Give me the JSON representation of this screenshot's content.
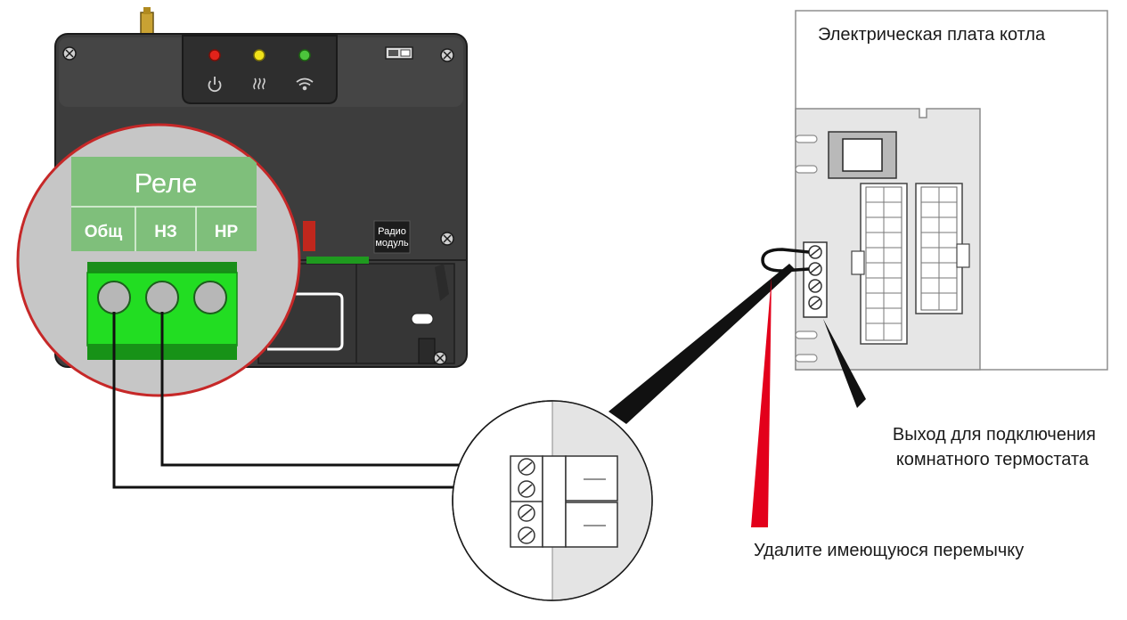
{
  "relay": {
    "title": "Реле",
    "terminals": [
      "Общ",
      "НЗ",
      "НР"
    ],
    "color": "#7fbf7b",
    "terminal_block_color": "#22dd22"
  },
  "controller": {
    "radio_module_label_line1": "Радио",
    "radio_module_label_line2": "модуль",
    "leds": [
      {
        "color": "#e2231a",
        "icon": "power-icon"
      },
      {
        "color": "#f0e21a",
        "icon": "heating-icon"
      },
      {
        "color": "#4cc43c",
        "icon": "wifi-icon"
      }
    ],
    "body_color": "#3d3d3d"
  },
  "boiler_board": {
    "title": "Электрическая плата котла"
  },
  "callouts": {
    "thermostat_output_line1": "Выход для подключения",
    "thermostat_output_line2": "комнатного термостата",
    "remove_jumper": "Удалите имеющуюся перемычку"
  },
  "colors": {
    "callout_red": "#e3001b",
    "wire": "#111111",
    "zoom_circle_edge": "#d0d0d0"
  }
}
